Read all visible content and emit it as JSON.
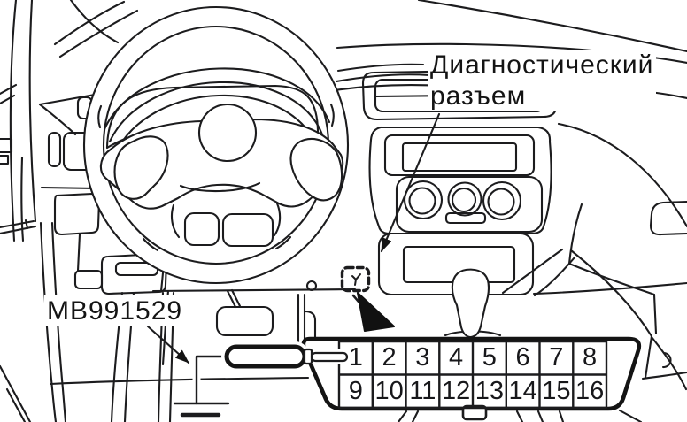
{
  "figure": {
    "kind": "vehicle-dashboard-diagnostic-connector-diagram",
    "labels": {
      "connector_location": "Диагностический\nразъем",
      "tool_part_number": "MB991529"
    },
    "connector_pinout": {
      "rows": [
        [
          "1",
          "2",
          "3",
          "4",
          "5",
          "6",
          "7",
          "8"
        ],
        [
          "9",
          "10",
          "11",
          "12",
          "13",
          "14",
          "15",
          "16"
        ]
      ]
    },
    "colors": {
      "line": "#1c1c1e",
      "text": "#141414",
      "arrow_fill": "#111111",
      "background": "#ffffff"
    }
  }
}
